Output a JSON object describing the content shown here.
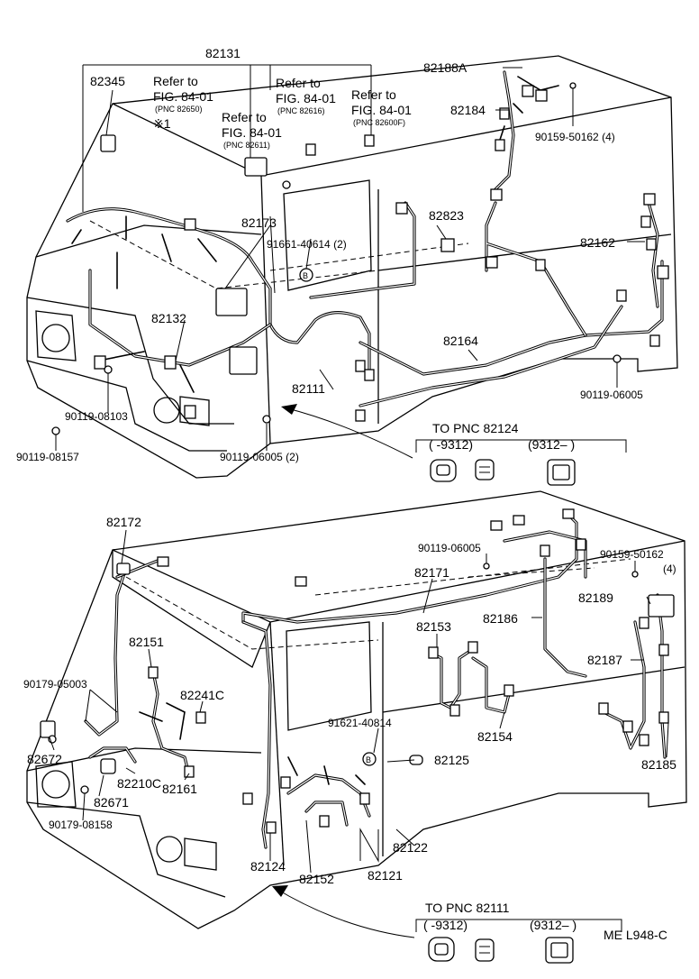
{
  "diagram": {
    "top_labels": {
      "p82131": "82131",
      "p82345": "82345",
      "p82188a": "82188A",
      "p82184": "82184",
      "p90159_50162_4": "90159-50162 (4)",
      "p82823": "82823",
      "p82162": "82162",
      "p82173": "82173",
      "p91661_40614": "91661-40614 (2)",
      "p82132": "82132",
      "p82164": "82164",
      "p82111": "82111",
      "p90119_06005_r": "90119-06005",
      "p90119_08103": "90119-08103",
      "p90119_08157": "90119-08157",
      "p90119_06005_2": "90119-06005 (2)",
      "b_mark": "B",
      "star_mark": "※1"
    },
    "refs": [
      {
        "line1": "Refer to",
        "line2": "FIG. 84-01",
        "pnc": "(PNC 82650)"
      },
      {
        "line1": "Refer to",
        "line2": "FIG. 84-01",
        "pnc": "(PNC 82611)"
      },
      {
        "line1": "Refer to",
        "line2": "FIG. 84-01",
        "pnc": "(PNC 82616)"
      },
      {
        "line1": "Refer to",
        "line2": "FIG. 84-01",
        "pnc": "(PNC 82600F)"
      }
    ],
    "to_pnc_top": {
      "title": "TO  PNC  82124",
      "range1": "(          -9312)",
      "range2": "(9312–          )"
    },
    "bottom_labels": {
      "p82172": "82172",
      "p90119_06005": "90119-06005",
      "p90159_50162": "90159-50162",
      "p4": "(4)",
      "p82171": "82171",
      "p82189": "82189",
      "p82153": "82153",
      "p82186": "82186",
      "p82151": "82151",
      "p82187": "82187",
      "p90179_05003": "90179-05003",
      "p82241c": "82241C",
      "p91621_40814": "91621-40814",
      "p82154": "82154",
      "p82672": "82672",
      "p82125": "82125",
      "p82185": "82185",
      "p82210c": "82210C",
      "p82671": "82671",
      "p82161": "82161",
      "p90179_08158": "90179-08158",
      "p82122": "82122",
      "p82124": "82124",
      "p82152": "82152",
      "p82121": "82121",
      "b_mark": "B"
    },
    "to_pnc_bottom": {
      "title": "TO  PNC  82111",
      "range1": "(          -9312)",
      "range2": "(9312–          )"
    },
    "code": "ME  L948-C"
  }
}
